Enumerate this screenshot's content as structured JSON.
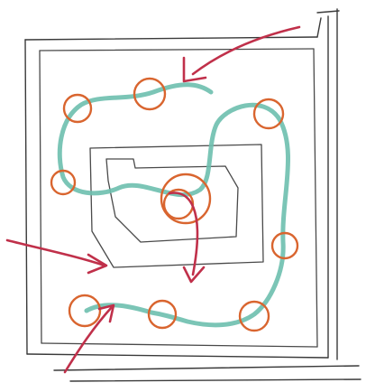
{
  "colors": {
    "background": "#ffffff",
    "frame": "#3a3a3a",
    "route": "#6dbfae",
    "marker": "#d9652f",
    "arrow": "#c0304a"
  },
  "diagram": {
    "kind": "hand-drawn route sketch",
    "route_count": 1,
    "marker_count": 10,
    "arrow_count": 4
  }
}
